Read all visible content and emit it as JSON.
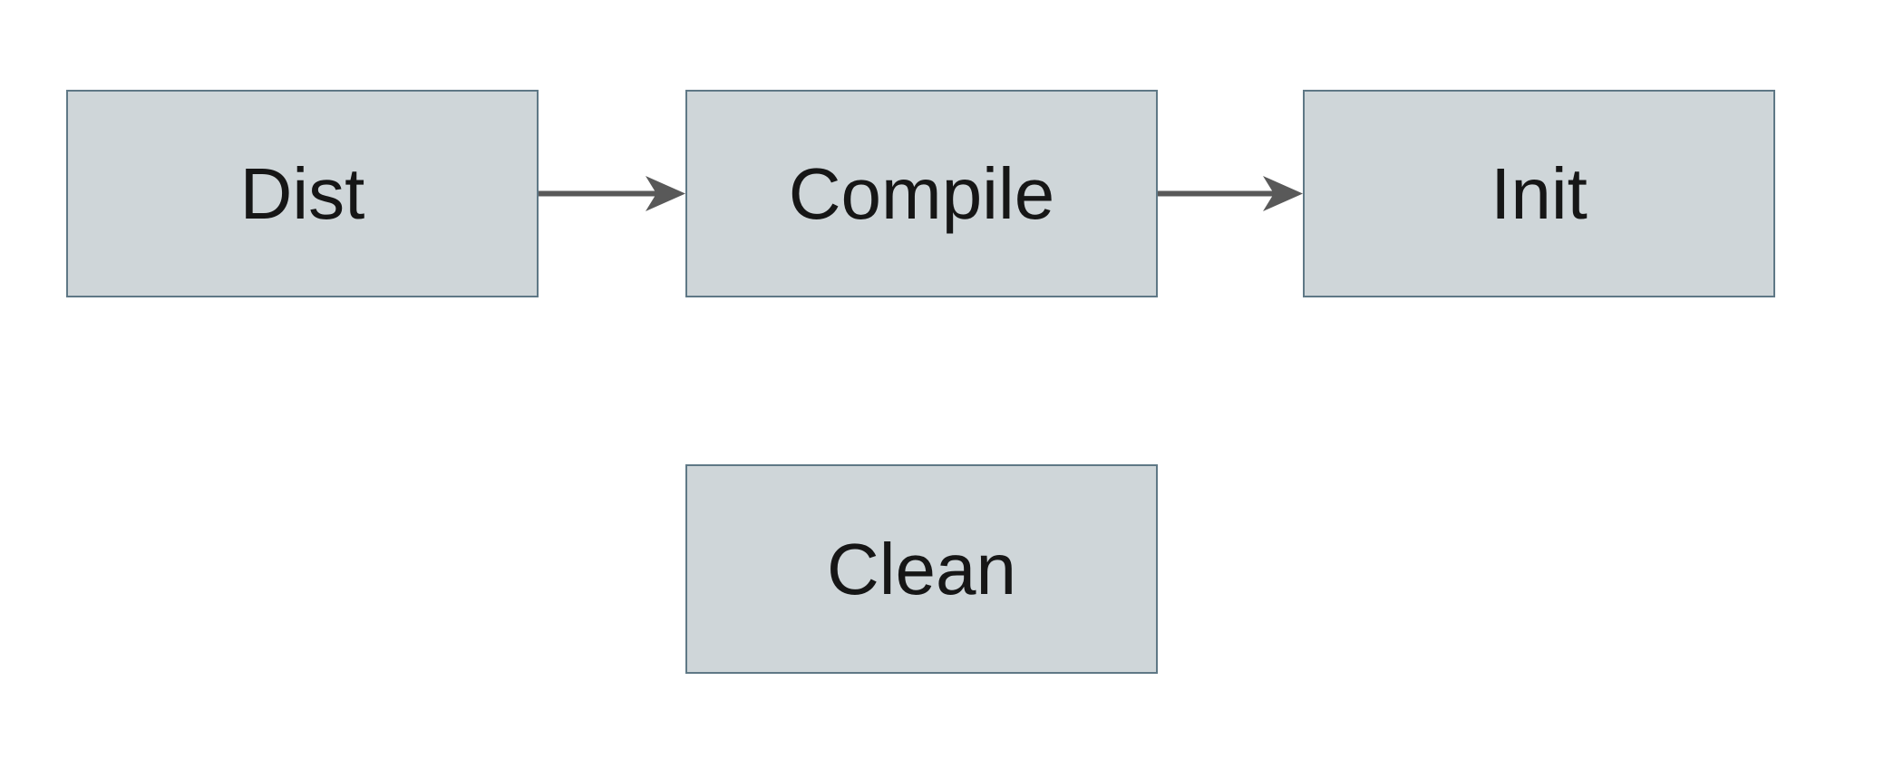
{
  "diagram": {
    "nodes": [
      {
        "id": "dist",
        "label": "Dist"
      },
      {
        "id": "compile",
        "label": "Compile"
      },
      {
        "id": "init",
        "label": "Init"
      },
      {
        "id": "clean",
        "label": "Clean"
      }
    ],
    "edges": [
      {
        "from": "dist",
        "to": "compile"
      },
      {
        "from": "compile",
        "to": "init"
      }
    ],
    "theme": {
      "node_fill": "#cfd6d9",
      "node_border": "#5f7886",
      "text_color": "#161616",
      "arrow_color": "#595959",
      "background": "#ffffff"
    }
  }
}
